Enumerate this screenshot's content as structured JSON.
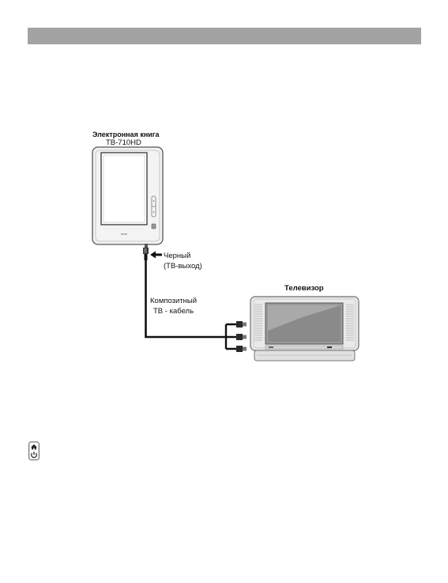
{
  "ebook": {
    "title": "Электронная книга",
    "model": "TB-710HD",
    "brand_mark": "texet"
  },
  "connector": {
    "color_label": "Черный",
    "port_label": "(ТВ-выход)"
  },
  "cable": {
    "line1": "Композитный",
    "line2": "ТВ - кабель"
  },
  "tv": {
    "title": "Телевизор"
  },
  "icons": {
    "home_power": "home-power-icon"
  }
}
